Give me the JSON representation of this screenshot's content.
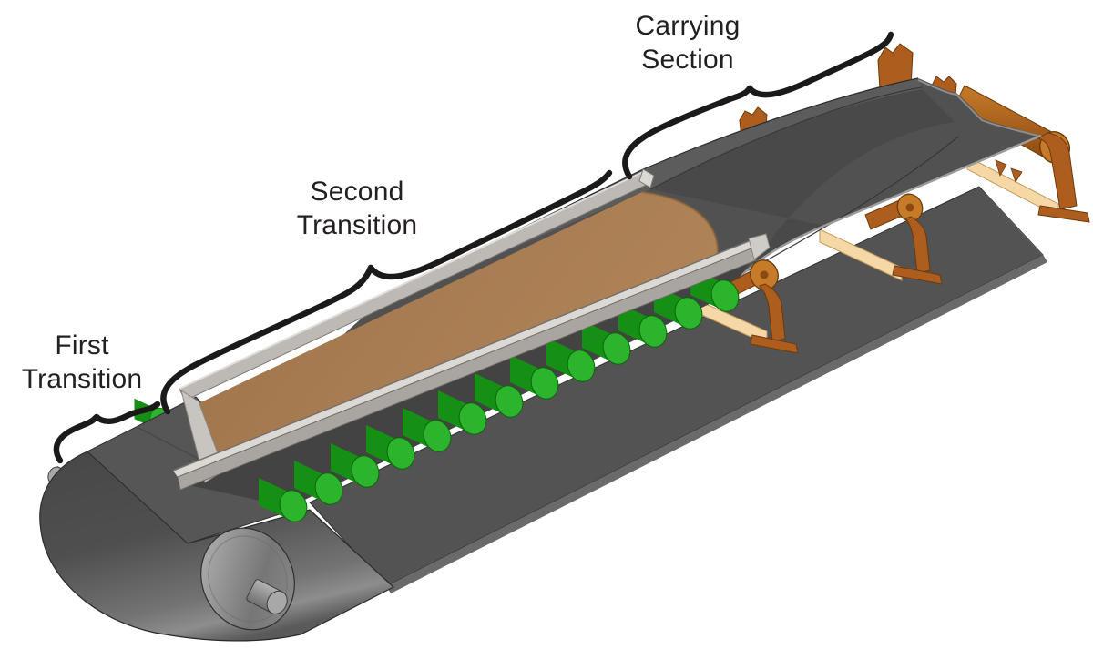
{
  "labels": {
    "first_transition": {
      "line1": "First",
      "line2": "Transition"
    },
    "second_transition": {
      "line1": "Second",
      "line2": "Transition"
    },
    "carrying_section": {
      "line1": "Carrying",
      "line2": "Section"
    }
  },
  "colors": {
    "bg": "#ffffff",
    "ink": "#231f20",
    "brace": "#1a1a1a",
    "belt": "#515151",
    "belt_dark": "#484848",
    "belt_light": "#5c5c5c",
    "belt_strip": "#434343",
    "belt_edge": "#9c9c9c",
    "belt_line": "#2d2d2d",
    "floor": "#535353",
    "floor_edge": "#6a6a6a",
    "drum_hi": "#b9b9b9",
    "drum_lo": "#767676",
    "metal": "#8b8b8b",
    "metal_light": "#a8a8a8",
    "skirt_top": "#dcd9d5",
    "skirt_face": "#a9a5a1",
    "skirt_side": "#bdb9b5",
    "skirt_wall": "#c8c5c1",
    "skirt_line": "#7e7a76",
    "material": "#a87c52",
    "material_dark": "#8a6236",
    "green": "#2cb42c",
    "green_dark": "#159015",
    "green_line": "#0b650b",
    "brown": "#ad5d1e",
    "brown_dark": "#6b3a0c",
    "brown_light": "#c77b29",
    "tan": "#f6d8a6",
    "tan_edge": "#c49a5e",
    "blue": "#4343b5"
  }
}
